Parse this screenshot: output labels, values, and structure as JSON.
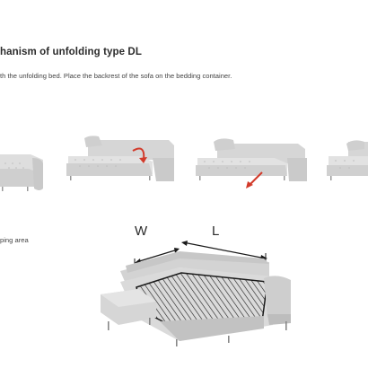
{
  "title": "hanism of unfolding type DL",
  "description": "th the unfolding bed. Place the backrest of the sofa on the bedding container.",
  "area_label": "ping area",
  "dimensions": {
    "width": "W",
    "length": "L"
  },
  "colors": {
    "sofa": "#d9d9d9",
    "sofa_shadow": "#b8b8b8",
    "arrow": "#d23a2a",
    "line": "#1a1a1a"
  }
}
